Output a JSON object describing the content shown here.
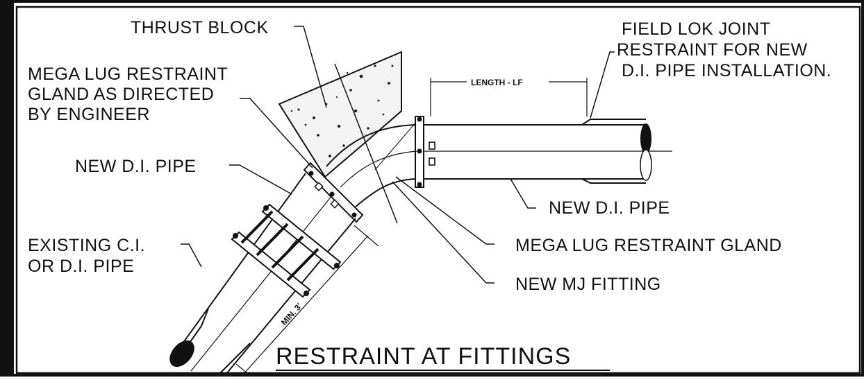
{
  "diagram": {
    "title": "RESTRAINT AT FITTINGS",
    "labels": {
      "thrust_block": "THRUST BLOCK",
      "mega_lug_gland_directed_1": "MEGA LUG RESTRAINT",
      "mega_lug_gland_directed_2": "GLAND AS DIRECTED",
      "mega_lug_gland_directed_3": "BY ENGINEER",
      "new_di_pipe_left": "NEW D.I. PIPE",
      "existing_pipe_1": "EXISTING C.I.",
      "existing_pipe_2": "OR D.I. PIPE",
      "field_lok_1": "FIELD LOK JOINT",
      "field_lok_2": "RESTRAINT FOR NEW",
      "field_lok_3": "D.I. PIPE INSTALLATION.",
      "length_lf": "LENGTH - LF",
      "new_di_pipe_right": "NEW D.I. PIPE",
      "mega_lug_gland": "MEGA LUG RESTRAINT GLAND",
      "new_mj_fitting": "NEW MJ FITTING",
      "min_3": "MIN. 3'"
    }
  }
}
